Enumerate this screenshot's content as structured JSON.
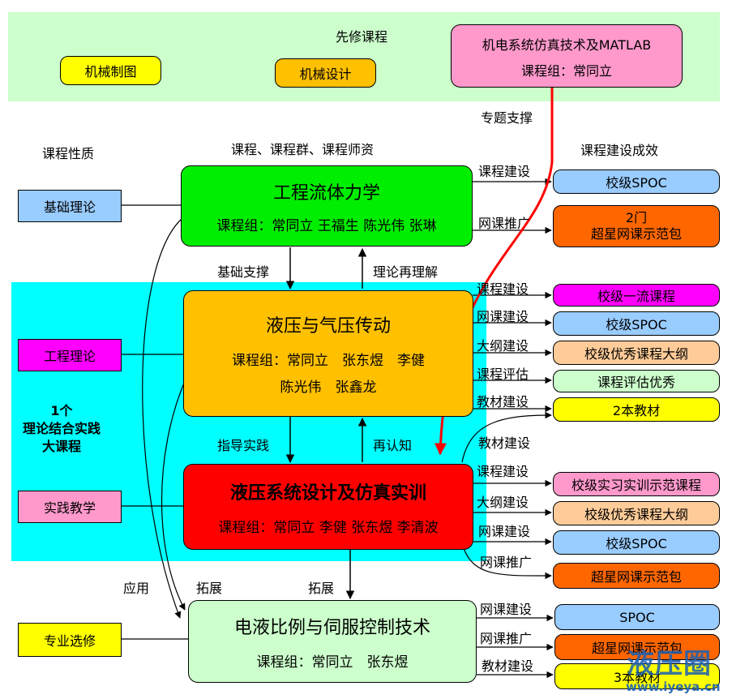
{
  "prereq": {
    "title": "先修课程",
    "items": [
      "机械制图",
      "机械设计"
    ],
    "matlab": {
      "title": "机电系统仿真技术及MATLAB",
      "team": "课程组：常同立"
    }
  },
  "headers": {
    "nature": "课程性质",
    "group": "课程、课程群、课程师资",
    "results": "课程建设成效"
  },
  "special_support": "专题支撑",
  "left_boxes": {
    "basic": "基础理论",
    "engineering": "工程理论",
    "practice": "实践教学",
    "elective": "专业选修"
  },
  "center_note": [
    "1个",
    "理论结合实践",
    "大课程"
  ],
  "courses": {
    "fluid": {
      "title": "工程流体力学",
      "team": "课程组：常同立 王福生 陈光伟 张琳"
    },
    "hydraulic": {
      "title": "液压与气压传动",
      "team1": "课程组：常同立　张东煜　李健",
      "team2": "陈光伟　张鑫龙"
    },
    "design": {
      "title": "液压系统设计及仿真实训",
      "team": "课程组：常同立 李健 张东煜 李清波"
    },
    "servo": {
      "title": "电液比例与伺服控制技术",
      "team": "课程组：常同立　张东煜"
    }
  },
  "arrows": {
    "basic_support": "基础支撑",
    "theory_reunderstand": "理论再理解",
    "guide_practice": "指导实践",
    "recognize": "再认知",
    "apply": "应用",
    "expand1": "拓展",
    "expand2": "拓展"
  },
  "links": {
    "fluid": [
      "课程建设",
      "网课推广"
    ],
    "hydraulic": [
      "课程建设",
      "网课建设",
      "大纲建设",
      "课程评估",
      "教材建设"
    ],
    "design": [
      "教材建设",
      "课程建设",
      "大纲建设",
      "网课建设",
      "网课推广"
    ],
    "servo": [
      "网课建设",
      "网课推广",
      "教材建设"
    ]
  },
  "results": {
    "fluid": [
      "校级SPOC",
      "2门",
      "超星网课示范包"
    ],
    "hydraulic": [
      "校级一流课程",
      "校级SPOC",
      "校级优秀课程大纲",
      "课程评估优秀",
      "2本教材"
    ],
    "design": [
      "校级实习实训示范课程",
      "校级优秀课程大纲",
      "校级SPOC",
      "超星网课示范包"
    ],
    "servo": [
      "SPOC",
      "超星网课示范包",
      "3本教材"
    ]
  },
  "colors": {
    "prereq_band": "#ccffcc",
    "practice_band": "#00ffff",
    "fluid": "#00ee00",
    "hydraulic": "#ffc000",
    "design": "#ff0000",
    "servo": "#ccffcc",
    "spoc": "#99ccff",
    "orange": "#ff6600",
    "magenta": "#ff00ff",
    "peach": "#ffcc99",
    "pink": "#ff99cc",
    "yellow": "#ffff00",
    "red_line": "#ff0000"
  },
  "watermark": {
    "brand": "液压圈",
    "url": "www.iyeya.cn"
  }
}
